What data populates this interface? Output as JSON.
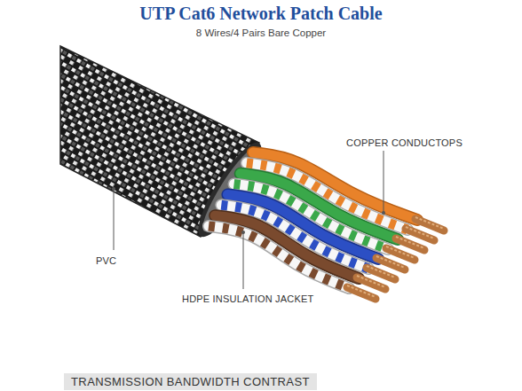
{
  "diagram": {
    "title": "UTP Cat6 Network Patch Cable",
    "nodes": [
      {
        "text": [
          "TRANSMISSION BANDWIDTH CONTRAST"
        ]
      }
    ],
    "labels": [
      "8 Wires/4 Pairs Bare Copper",
      "COPPER CONDUCTOPS",
      "PVC",
      "HDPE INSULATION JACKET"
    ]
  }
}
